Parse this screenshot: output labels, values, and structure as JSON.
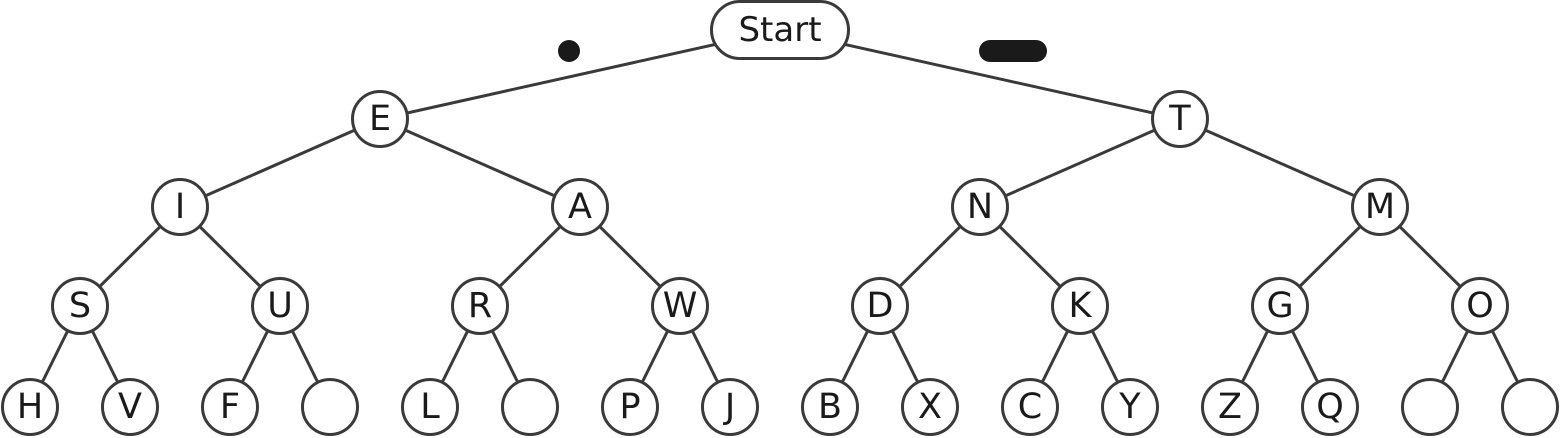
{
  "tree": {
    "root_label": "Start",
    "dot_symbol": "dot",
    "dash_symbol": "dash",
    "level1": [
      "E",
      "T"
    ],
    "level2": [
      "I",
      "A",
      "N",
      "M"
    ],
    "level3": [
      "S",
      "U",
      "R",
      "W",
      "D",
      "K",
      "G",
      "O"
    ],
    "level4": [
      "H",
      "V",
      "F",
      "",
      "L",
      "",
      "P",
      "J",
      "B",
      "X",
      "C",
      "Y",
      "Z",
      "Q",
      "",
      ""
    ]
  },
  "colors": {
    "stroke": "#3a3a3a",
    "text": "#1a1a1a",
    "background": "#ffffff"
  }
}
